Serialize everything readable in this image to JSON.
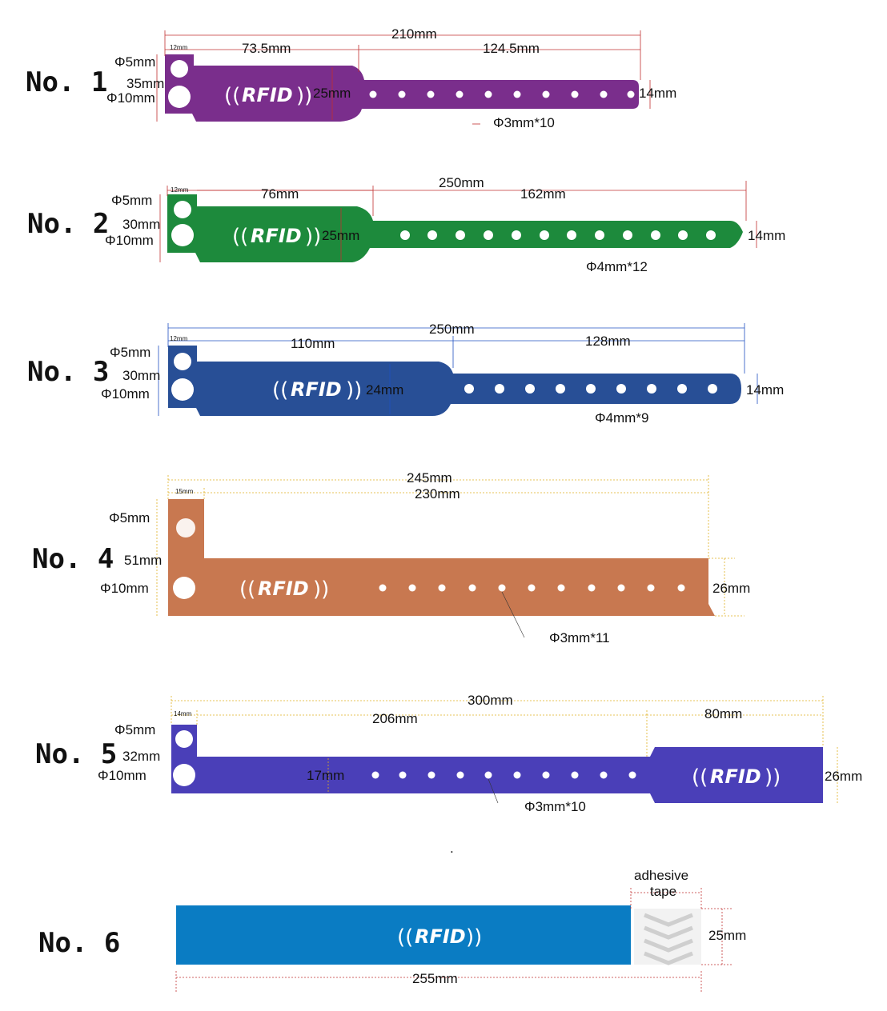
{
  "bands": [
    {
      "label": "No. 1",
      "color": "#7a2e8c",
      "total": "210mm",
      "tab": "12mm",
      "head": "73.5mm",
      "strap": "124.5mm",
      "small_hole": "Φ5mm",
      "tab_height": "35mm",
      "big_hole": "Φ10mm",
      "head_height": "25mm",
      "strap_height": "14mm",
      "holes": "Φ3mm*10",
      "logo": "RFID",
      "hole_count": 10
    },
    {
      "label": "No. 2",
      "color": "#1d8a3c",
      "total": "250mm",
      "tab": "12mm",
      "head": "76mm",
      "strap": "162mm",
      "small_hole": "Φ5mm",
      "tab_height": "30mm",
      "big_hole": "Φ10mm",
      "head_height": "25mm",
      "strap_height": "14mm",
      "holes": "Φ4mm*12",
      "logo": "RFID",
      "hole_count": 12
    },
    {
      "label": "No. 3",
      "color": "#284f96",
      "total": "250mm",
      "tab": "12mm",
      "head": "110mm",
      "strap": "128mm",
      "small_hole": "Φ5mm",
      "tab_height": "30mm",
      "big_hole": "Φ10mm",
      "head_height": "24mm",
      "strap_height": "14mm",
      "holes": "Φ4mm*9",
      "logo": "RFID",
      "hole_count": 9
    },
    {
      "label": "No. 4",
      "color": "#c87850",
      "total": "245mm",
      "tab": "15mm",
      "inner": "230mm",
      "small_hole": "Φ5mm",
      "tab_height": "51mm",
      "big_hole": "Φ10mm",
      "strap_height": "26mm",
      "holes": "Φ3mm*11",
      "logo": "RFID",
      "hole_count": 11
    },
    {
      "label": "No. 5",
      "color": "#4a3fb8",
      "total": "300mm",
      "tab": "14mm",
      "head": "206mm",
      "strap": "80mm",
      "small_hole": "Φ5mm",
      "tab_height": "32mm",
      "big_hole": "Φ10mm",
      "head_height": "17mm",
      "strap_height": "26mm",
      "holes": "Φ3mm*10",
      "logo": "RFID",
      "hole_count": 10
    },
    {
      "label": "No. 6",
      "color": "#0a7cc3",
      "total": "255mm",
      "tape_label_1": "adhesive",
      "tape_label_2": "tape",
      "strap_height": "25mm",
      "logo": "RFID"
    }
  ],
  "dot": "."
}
